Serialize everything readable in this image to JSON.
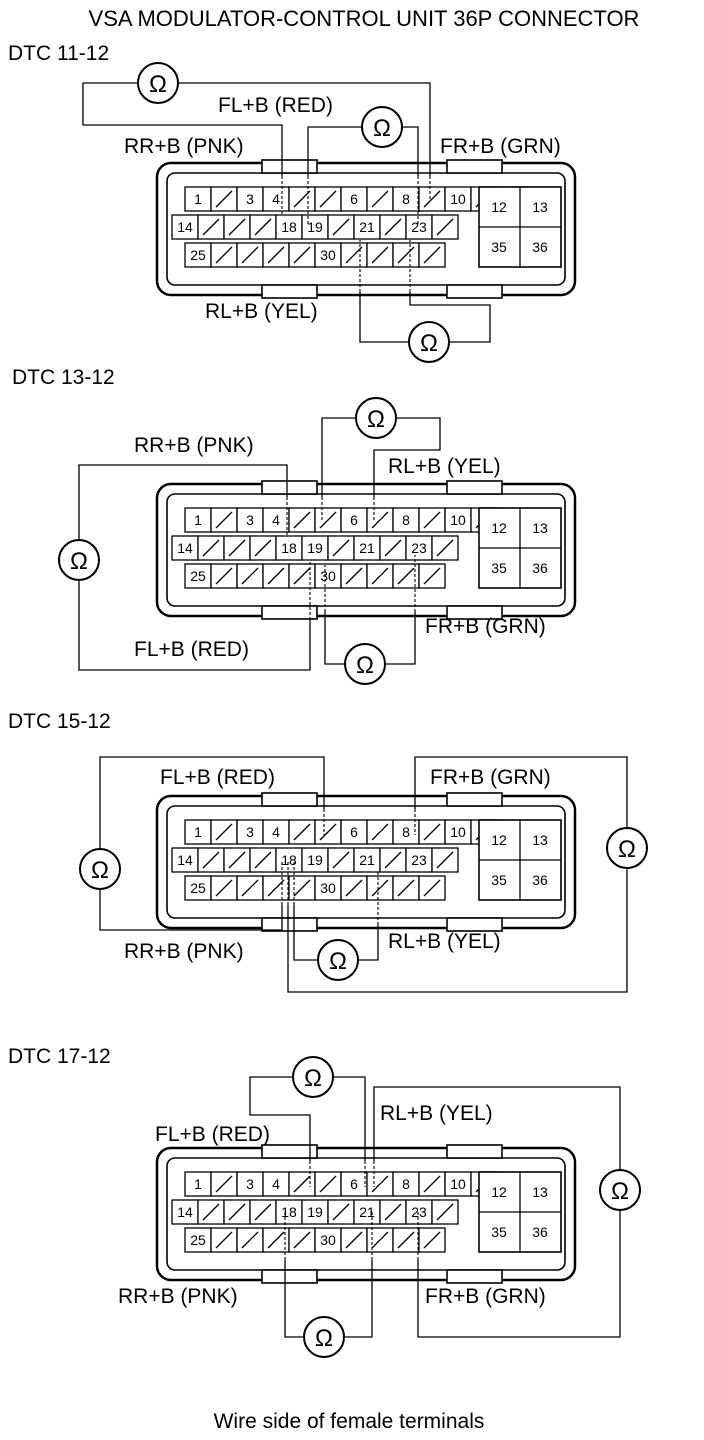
{
  "title": "VSA MODULATOR-CONTROL UNIT 36P CONNECTOR",
  "caption": "Wire side of female terminals",
  "ohm_symbol": "Ω",
  "connector": {
    "row1": [
      "1",
      "/",
      "3",
      "4",
      "/",
      "/",
      "6",
      "/",
      "8",
      "/",
      "10",
      "/"
    ],
    "row2": [
      "14",
      "/",
      "/",
      "/",
      "18",
      "19",
      "/",
      "21",
      "/",
      "23",
      "/"
    ],
    "row3": [
      "25",
      "/",
      "/",
      "/",
      "/",
      "30",
      "/",
      "/",
      "/",
      "/"
    ],
    "right_block": [
      "12",
      "13",
      "35",
      "36"
    ]
  },
  "wire_labels": {
    "fl": "FL+B (RED)",
    "fr": "FR+B (GRN)",
    "rr": "RR+B (PNK)",
    "rl": "RL+B (YEL)"
  },
  "dtcs": [
    {
      "label": "DTC 11-12"
    },
    {
      "label": "DTC 13-12"
    },
    {
      "label": "DTC 15-12"
    },
    {
      "label": "DTC 17-12"
    }
  ]
}
